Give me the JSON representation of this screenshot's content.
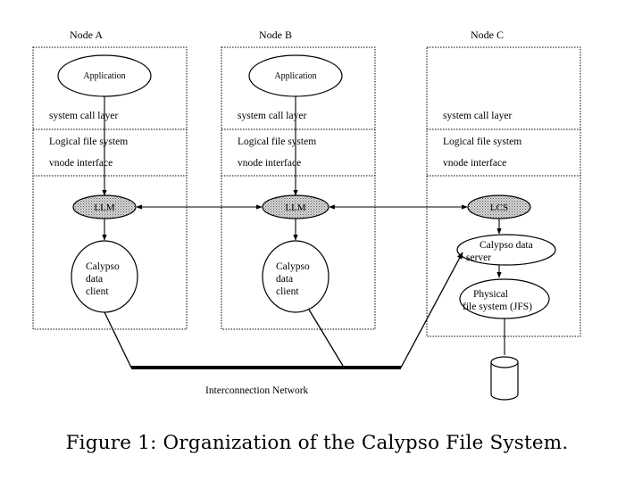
{
  "nodes": {
    "a": {
      "title": "Node A",
      "application": "Application",
      "system_call_layer": "system call layer",
      "logical_file_system": "Logical file system",
      "vnode_interface": "vnode interface",
      "manager": "LLM",
      "client_lines": [
        "Calypso",
        "data",
        "client"
      ]
    },
    "b": {
      "title": "Node B",
      "application": "Application",
      "system_call_layer": "system call layer",
      "logical_file_system": "Logical file system",
      "vnode_interface": "vnode interface",
      "manager": "LLM",
      "client_lines": [
        "Calypso",
        "data",
        "client"
      ]
    },
    "c": {
      "title": "Node C",
      "system_call_layer": "system call layer",
      "logical_file_system": "Logical file system",
      "vnode_interface": "vnode interface",
      "manager": "LCS",
      "server_lines": [
        "Calypso data",
        "server"
      ],
      "physical_lines": [
        "Physical",
        "file system (JFS)"
      ]
    }
  },
  "network_label": "Interconnection Network",
  "caption": "Figure 1: Organization of the Calypso File System."
}
